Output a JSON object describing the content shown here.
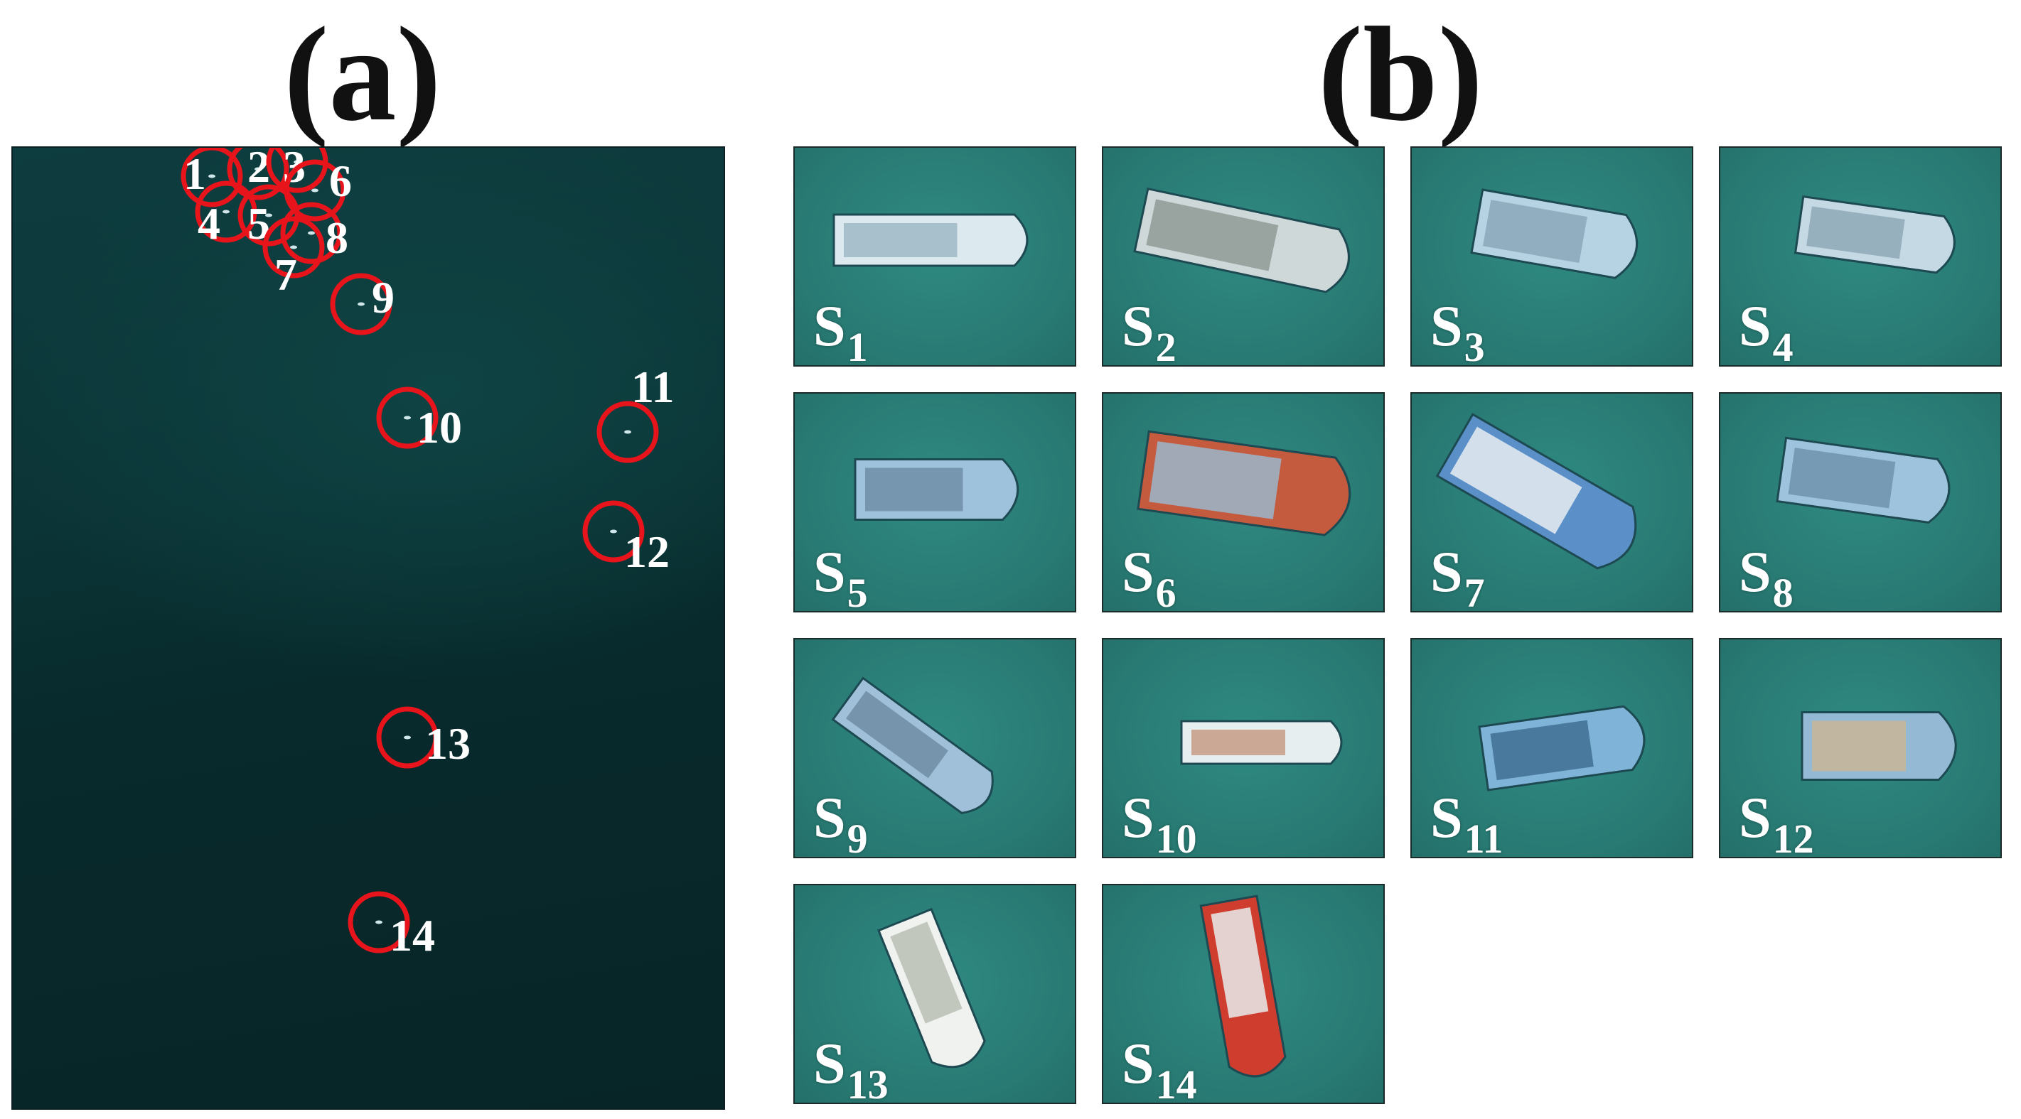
{
  "panel_a_label": "(a)",
  "panel_b_label": "(b)",
  "colors": {
    "marker": "#e8141b",
    "label": "#ffffff",
    "sea_thumb": "#2a7d76",
    "sea_map": "#0b3436"
  },
  "markers": [
    {
      "id": "1",
      "label": "1"
    },
    {
      "id": "2",
      "label": "2"
    },
    {
      "id": "3",
      "label": "3"
    },
    {
      "id": "4",
      "label": "4"
    },
    {
      "id": "5",
      "label": "5"
    },
    {
      "id": "6",
      "label": "6"
    },
    {
      "id": "7",
      "label": "7"
    },
    {
      "id": "8",
      "label": "8"
    },
    {
      "id": "9",
      "label": "9"
    },
    {
      "id": "10",
      "label": "10"
    },
    {
      "id": "11",
      "label": "11"
    },
    {
      "id": "12",
      "label": "12"
    },
    {
      "id": "13",
      "label": "13"
    },
    {
      "id": "14",
      "label": "14"
    }
  ],
  "thumbnails": [
    {
      "prefix": "S",
      "sub": "1"
    },
    {
      "prefix": "S",
      "sub": "2"
    },
    {
      "prefix": "S",
      "sub": "3"
    },
    {
      "prefix": "S",
      "sub": "4"
    },
    {
      "prefix": "S",
      "sub": "5"
    },
    {
      "prefix": "S",
      "sub": "6"
    },
    {
      "prefix": "S",
      "sub": "7"
    },
    {
      "prefix": "S",
      "sub": "8"
    },
    {
      "prefix": "S",
      "sub": "9"
    },
    {
      "prefix": "S",
      "sub": "10"
    },
    {
      "prefix": "S",
      "sub": "11"
    },
    {
      "prefix": "S",
      "sub": "12"
    },
    {
      "prefix": "S",
      "sub": "13"
    },
    {
      "prefix": "S",
      "sub": "14"
    }
  ]
}
